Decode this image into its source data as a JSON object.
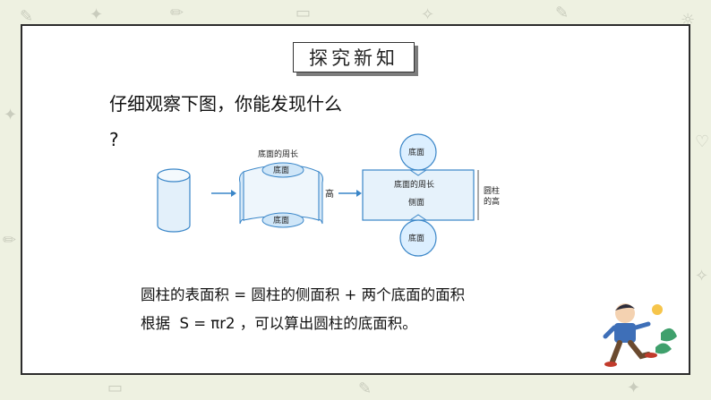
{
  "slide": {
    "title": "探究新知",
    "question_line1": "仔细观察下图，你能发现什么",
    "question_line2": "?",
    "formula1": "圆柱的表面积 = 圆柱的侧面积 + 两个底面的面积",
    "formula2": "根据  S = πr2 ，可以算出圆柱的底面积。"
  },
  "diagram": {
    "unrolled_top_label": "底面的周长",
    "top_base_label": "底面",
    "bottom_base_label": "底面",
    "height_label": "高",
    "rect_top_label": "底面的周长",
    "rect_center_label": "侧面",
    "side_label_1": "圆柱",
    "side_label_2": "的高",
    "circle_top_label": "底面",
    "circle_bottom_label": "底面"
  },
  "colors": {
    "accent_blue": "#3a86c8",
    "face_fill": "#e6f2fb",
    "circle_fill": "#dcefff"
  }
}
